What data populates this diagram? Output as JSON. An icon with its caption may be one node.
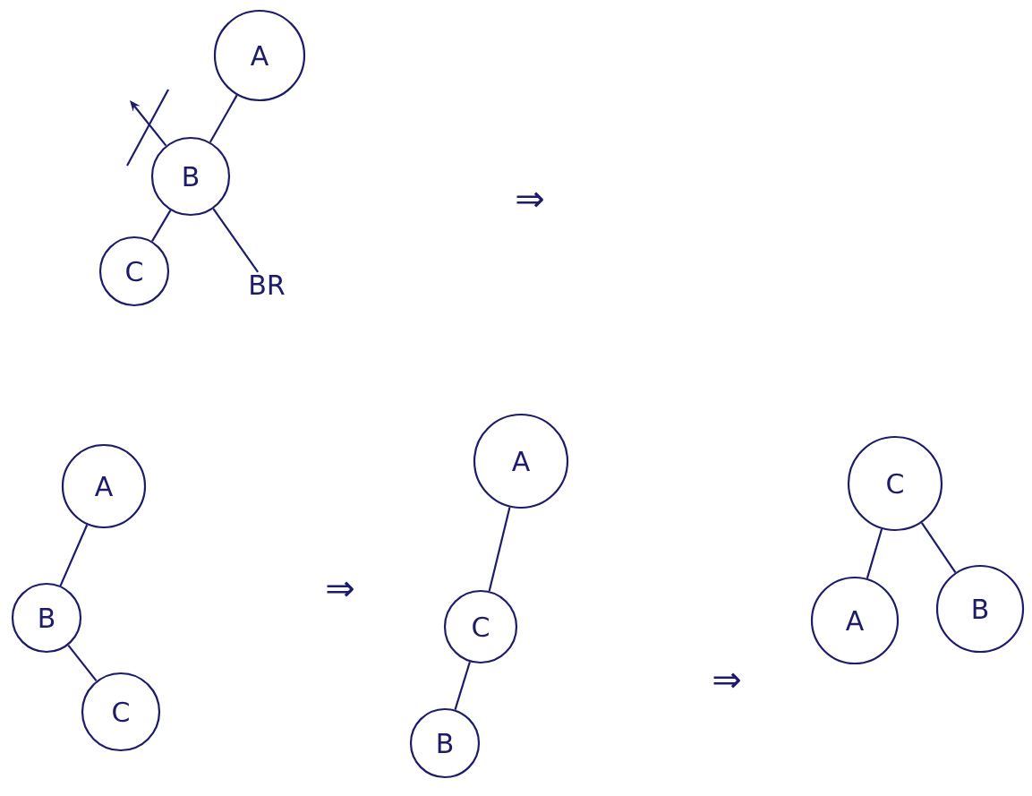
{
  "diagram": {
    "nodes": [
      {
        "text": [
          "A"
        ]
      },
      {
        "text": [
          "B"
        ]
      },
      {
        "text": [
          "C"
        ]
      },
      {
        "text": [
          "BR"
        ]
      },
      {
        "text": [
          "A"
        ]
      },
      {
        "text": [
          "B"
        ]
      },
      {
        "text": [
          "C"
        ]
      },
      {
        "text": [
          "A"
        ]
      },
      {
        "text": [
          "C"
        ]
      },
      {
        "text": [
          "B"
        ]
      },
      {
        "text": [
          "C"
        ]
      },
      {
        "text": [
          "A"
        ]
      },
      {
        "text": [
          "B"
        ]
      }
    ],
    "edges": [
      {
        "from": 0,
        "to": 1,
        "arrow": "none"
      },
      {
        "from": 1,
        "to": 2,
        "arrow": "none"
      },
      {
        "from": 1,
        "to": 3,
        "arrow": "none"
      },
      {
        "from": 1,
        "to": null,
        "arrow": "to"
      },
      {
        "from": 4,
        "to": 5,
        "arrow": "none"
      },
      {
        "from": 5,
        "to": 6,
        "arrow": "none"
      },
      {
        "from": 7,
        "to": 8,
        "arrow": "none"
      },
      {
        "from": 8,
        "to": 9,
        "arrow": "none"
      },
      {
        "from": 10,
        "to": 11,
        "arrow": "none"
      },
      {
        "from": 10,
        "to": 12,
        "arrow": "none"
      }
    ],
    "labels": [
      "⇒",
      "⇒",
      "⇒"
    ]
  }
}
